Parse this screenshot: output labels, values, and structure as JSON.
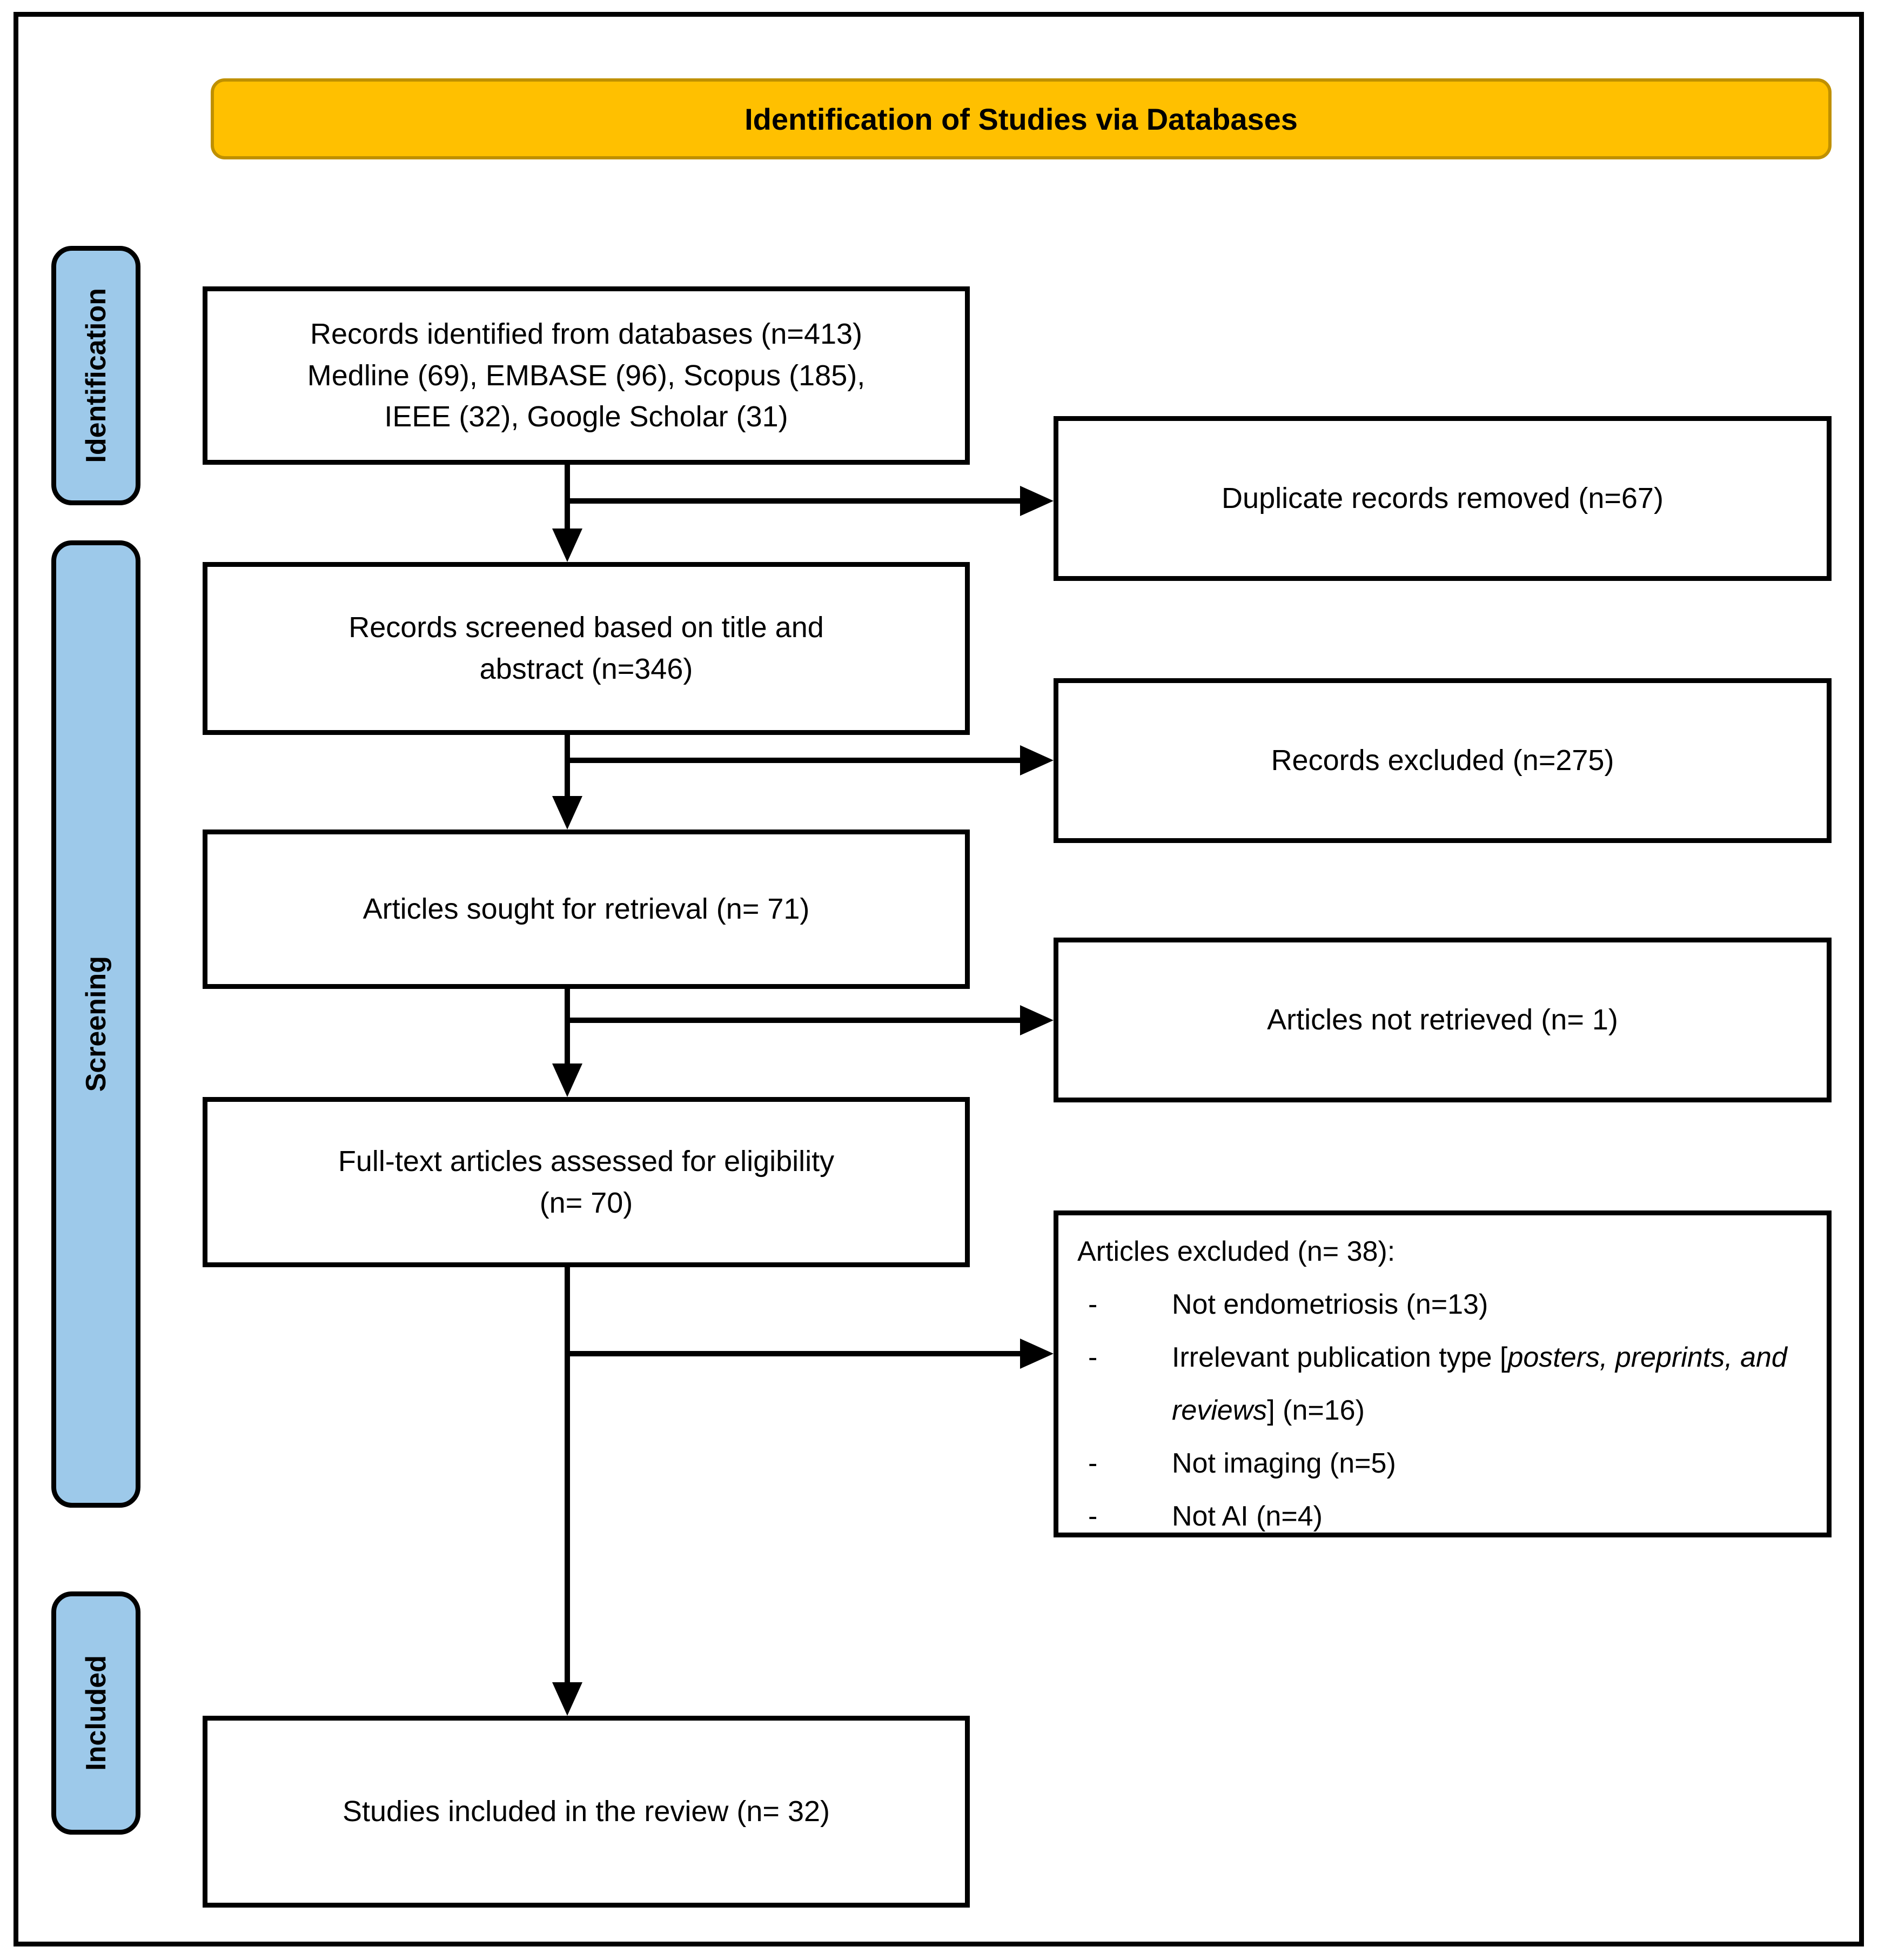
{
  "title": "Identification of Studies via Databases",
  "colors": {
    "banner_bg": "#FFC000",
    "banner_border": "#BF9000",
    "stage_bg": "#9DC9EA",
    "box_border": "#000000",
    "connector": "#000000"
  },
  "stages": [
    {
      "label": "Identification"
    },
    {
      "label": "Screening"
    },
    {
      "label": "Included"
    }
  ],
  "flow_boxes": {
    "records_identified": "Records identified from databases (n=413)\nMedline (69), EMBASE (96), Scopus (185),\nIEEE (32), Google Scholar (31)",
    "records_screened": "Records screened based on title and\nabstract (n=346)",
    "articles_sought": "Articles sought for retrieval (n= 71)",
    "fulltext_assessed": "Full-text articles assessed for eligibility\n(n= 70)",
    "studies_included": "Studies included in the review (n= 32)"
  },
  "side_boxes": {
    "duplicates_removed": "Duplicate records removed (n=67)",
    "records_excluded": "Records excluded (n=275)",
    "articles_not_retrieved": "Articles not retrieved (n= 1)",
    "articles_excluded": {
      "heading": "Articles excluded (n= 38):",
      "bullet": "-",
      "items": [
        {
          "text": "Not endometriosis (n=13)"
        },
        {
          "prefix": "Irrelevant publication type [",
          "italic": "posters, preprints, and reviews",
          "suffix": "] (n=16)"
        },
        {
          "text": "Not imaging (n=5)"
        },
        {
          "text": "Not AI (n=4)"
        }
      ]
    }
  }
}
